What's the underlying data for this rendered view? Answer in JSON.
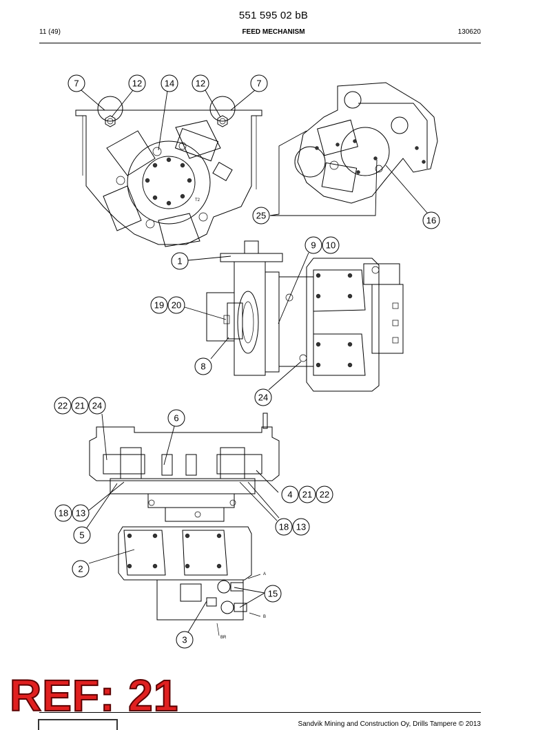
{
  "header": {
    "doc_number": "551 595 02 bB",
    "page": "11 (49)",
    "section_title": "FEED MECHANISM",
    "date_code": "130620"
  },
  "footer": {
    "text": "Sandvik Mining and Construction Oy, Drills Tampere © 2013"
  },
  "stamp": {
    "ref_text": "REF: 21",
    "color": "#e02020"
  },
  "callouts": {
    "view_front": [
      "7",
      "12",
      "14",
      "12",
      "7"
    ],
    "view_iso": [
      "25",
      "16"
    ],
    "view_side": [
      "9",
      "10",
      "1",
      "19",
      "20",
      "8",
      "24"
    ],
    "view_bottom": [
      "22",
      "21",
      "24",
      "6",
      "4",
      "21",
      "22",
      "18",
      "13",
      "18",
      "13",
      "5",
      "2",
      "15",
      "3"
    ]
  },
  "diagram_labels": {
    "port_a": "A",
    "port_b": "B",
    "port_br": "BR",
    "motor_mark": "T2"
  }
}
